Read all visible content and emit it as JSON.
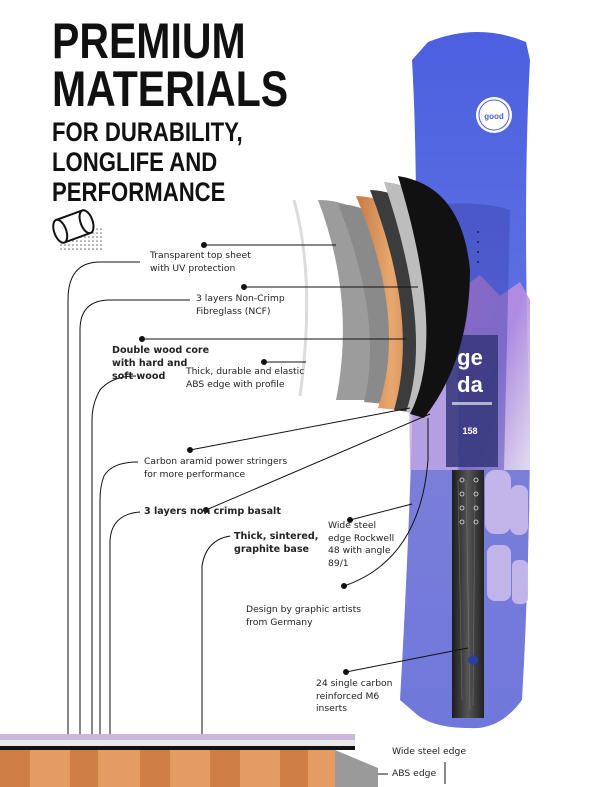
{
  "headline": {
    "line1": "PREMIUM",
    "line2": "MATERIALS",
    "line3": "FOR DURABILITY,",
    "line4": "LONGLIFE AND",
    "line5": "PERFORMANCE"
  },
  "callouts": {
    "top_sheet": [
      "Transparent top sheet",
      "with UV protection"
    ],
    "fibreglass": [
      "3 layers Non-Crimp",
      "Fibreglass (NCF)"
    ],
    "wood_core": [
      "Double wood core",
      "with hard and",
      "soft wood"
    ],
    "abs_edge_profile": [
      "Thick, durable and elastic",
      "ABS edge with profile"
    ],
    "carbon_stringers": [
      "Carbon aramid power stringers",
      "for more performance"
    ],
    "basalt": [
      "3 layers non crimp basalt"
    ],
    "base": [
      "Thick, sintered,",
      "graphite base"
    ],
    "steel_edge": [
      "Wide steel",
      "edge Rockwell",
      "48 with angle",
      "89/1"
    ],
    "design": [
      "Design by graphic artists",
      "from Germany"
    ],
    "inserts": [
      "24 single carbon",
      "reinforced M6",
      "inserts"
    ],
    "wide_steel_edge_bottom": "Wide steel edge",
    "abs_edge_bottom": "ABS edge"
  },
  "colors": {
    "board_blue": "#5566d9",
    "board_purple": "#a892d8",
    "wood": "#e3a06a",
    "ink": "#111111"
  }
}
